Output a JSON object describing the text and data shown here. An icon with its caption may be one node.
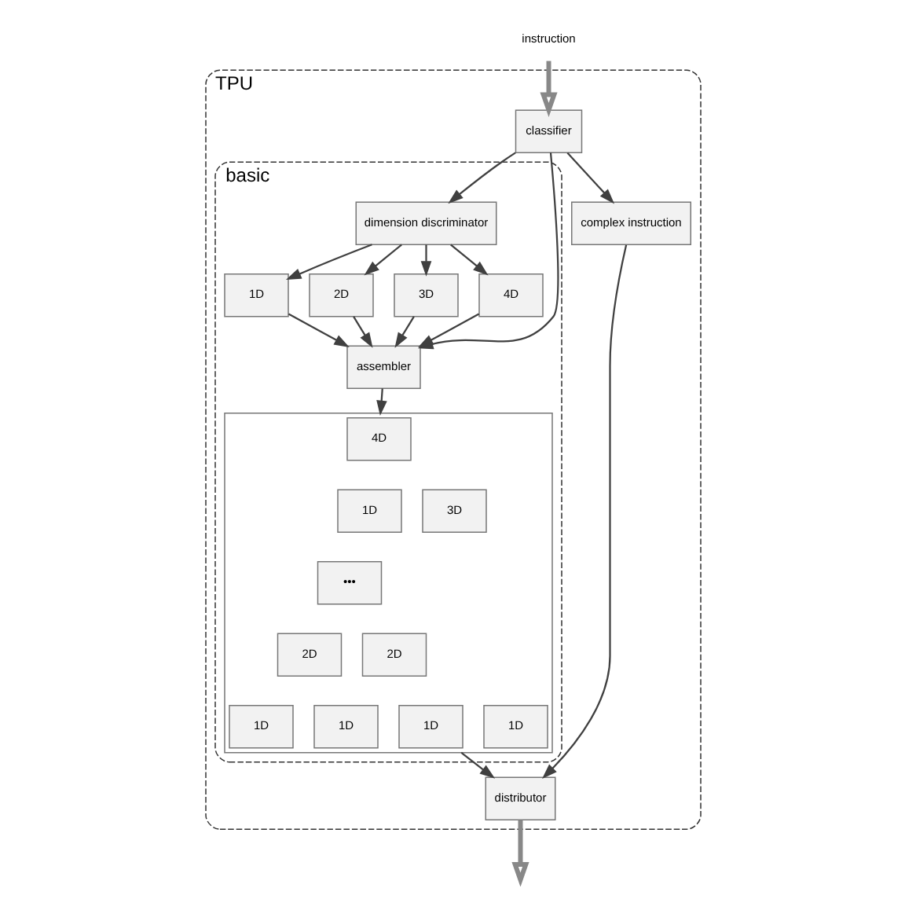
{
  "diagram": {
    "nodes": [
      {
        "text": [
          "TPU"
        ]
      },
      {
        "text": [
          "instruction"
        ]
      },
      {
        "text": [
          "classifier"
        ],
        "in": 0
      },
      {
        "text": [
          "basic"
        ],
        "in": 0
      },
      {
        "text": [
          "dimension discriminator"
        ],
        "in": 3
      },
      {
        "text": [
          "1D"
        ],
        "in": 3
      },
      {
        "text": [
          "2D"
        ],
        "in": 3
      },
      {
        "text": [
          "3D"
        ],
        "in": 3
      },
      {
        "text": [
          "4D"
        ],
        "in": 3
      },
      {
        "text": [
          "assembler"
        ],
        "in": 3
      },
      {
        "text": [],
        "shape": "box",
        "in": 3
      },
      {
        "text": [
          "4D"
        ],
        "in": 10
      },
      {
        "text": [
          "1D"
        ],
        "in": 10
      },
      {
        "text": [
          "3D"
        ],
        "in": 10
      },
      {
        "text": [
          "•••"
        ],
        "in": 10
      },
      {
        "text": [
          "2D"
        ],
        "in": 10
      },
      {
        "text": [
          "2D"
        ],
        "in": 10
      },
      {
        "text": [
          "1D"
        ],
        "in": 10
      },
      {
        "text": [
          "1D"
        ],
        "in": 10
      },
      {
        "text": [
          "1D"
        ],
        "in": 10
      },
      {
        "text": [
          "1D"
        ],
        "in": 10
      },
      {
        "text": [
          "complex instruction"
        ],
        "in": 0
      },
      {
        "text": [
          "distributor"
        ],
        "in": 0
      }
    ],
    "edges": [
      {
        "from": 1,
        "to": 2,
        "arrow": "to",
        "style": "thick"
      },
      {
        "from": 2,
        "to": 4,
        "arrow": "to"
      },
      {
        "from": 2,
        "to": 9,
        "arrow": "to"
      },
      {
        "from": 2,
        "to": 21,
        "arrow": "to"
      },
      {
        "from": 4,
        "to": 5,
        "arrow": "to"
      },
      {
        "from": 4,
        "to": 6,
        "arrow": "to"
      },
      {
        "from": 4,
        "to": 7,
        "arrow": "to"
      },
      {
        "from": 4,
        "to": 8,
        "arrow": "to"
      },
      {
        "from": 5,
        "to": 9,
        "arrow": "to"
      },
      {
        "from": 6,
        "to": 9,
        "arrow": "to"
      },
      {
        "from": 7,
        "to": 9,
        "arrow": "to"
      },
      {
        "from": 8,
        "to": 9,
        "arrow": "to"
      },
      {
        "from": 9,
        "to": 10,
        "arrow": "to"
      },
      {
        "from": 10,
        "to": 22,
        "arrow": "to"
      },
      {
        "from": 21,
        "to": 22,
        "arrow": "to"
      },
      {
        "from": 22,
        "to": null,
        "arrow": "to",
        "style": "thick"
      }
    ]
  }
}
